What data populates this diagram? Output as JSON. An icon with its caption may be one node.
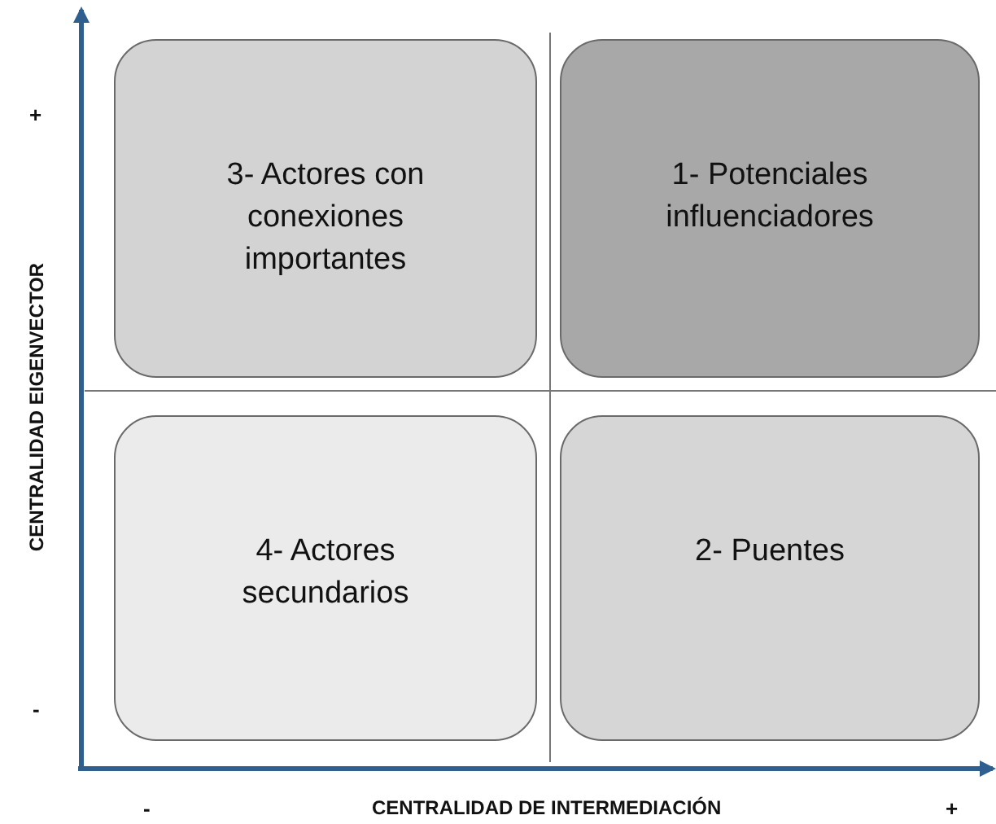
{
  "diagram": {
    "nodes": [
      {
        "text": [
          "3- Actores con conexiones importantes"
        ]
      },
      {
        "text": [
          "1- Potenciales influenciadores"
        ]
      },
      {
        "text": [
          "4- Actores secundarios"
        ]
      },
      {
        "text": [
          "2- Puentes"
        ]
      }
    ],
    "edges": [],
    "labels": [
      "CENTRALIDAD EIGENVECTOR",
      "+",
      "-",
      "-",
      "CENTRALIDAD DE INTERMEDIACIÓN",
      "+"
    ]
  }
}
